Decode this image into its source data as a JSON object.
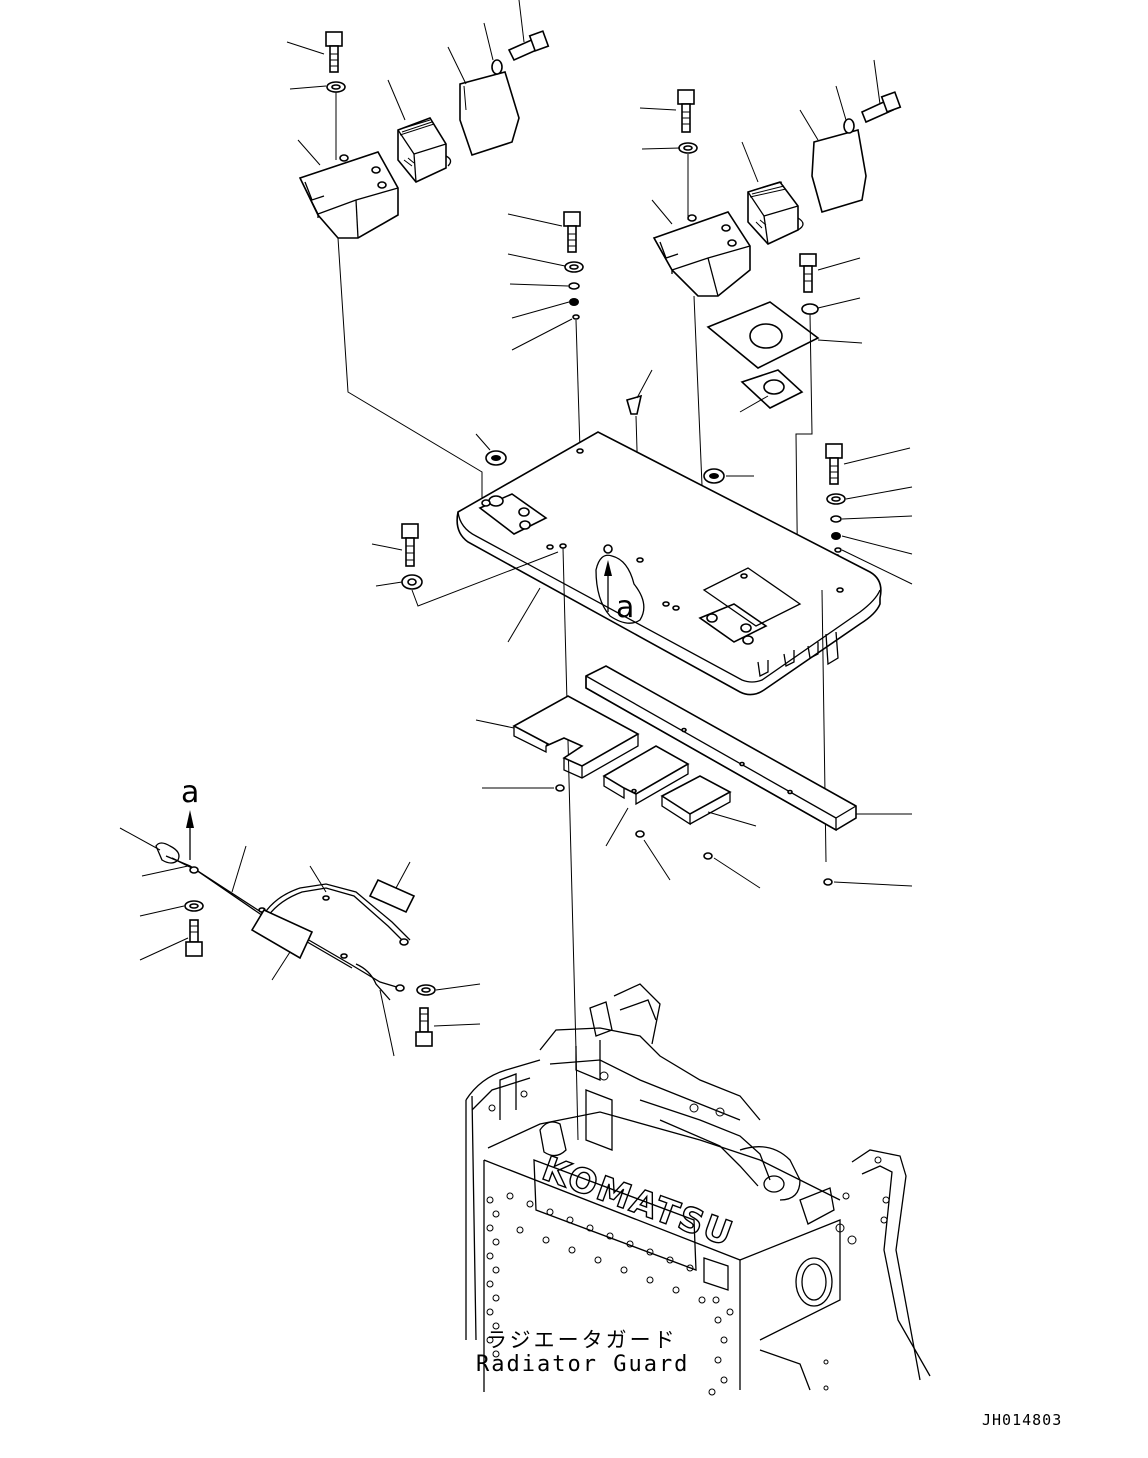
{
  "labels": {
    "radiator_guard_jp": "ラジエータガード",
    "radiator_guard_en": "Radiator Guard",
    "drawing_code": "JH014803",
    "view_marker": "a"
  },
  "parts": [
    "bolt",
    "washer",
    "lamp",
    "bracket",
    "cover-plate",
    "top-cover",
    "gasket",
    "spacer",
    "rubber-pad",
    "wiring-harness",
    "radiator-guard"
  ]
}
